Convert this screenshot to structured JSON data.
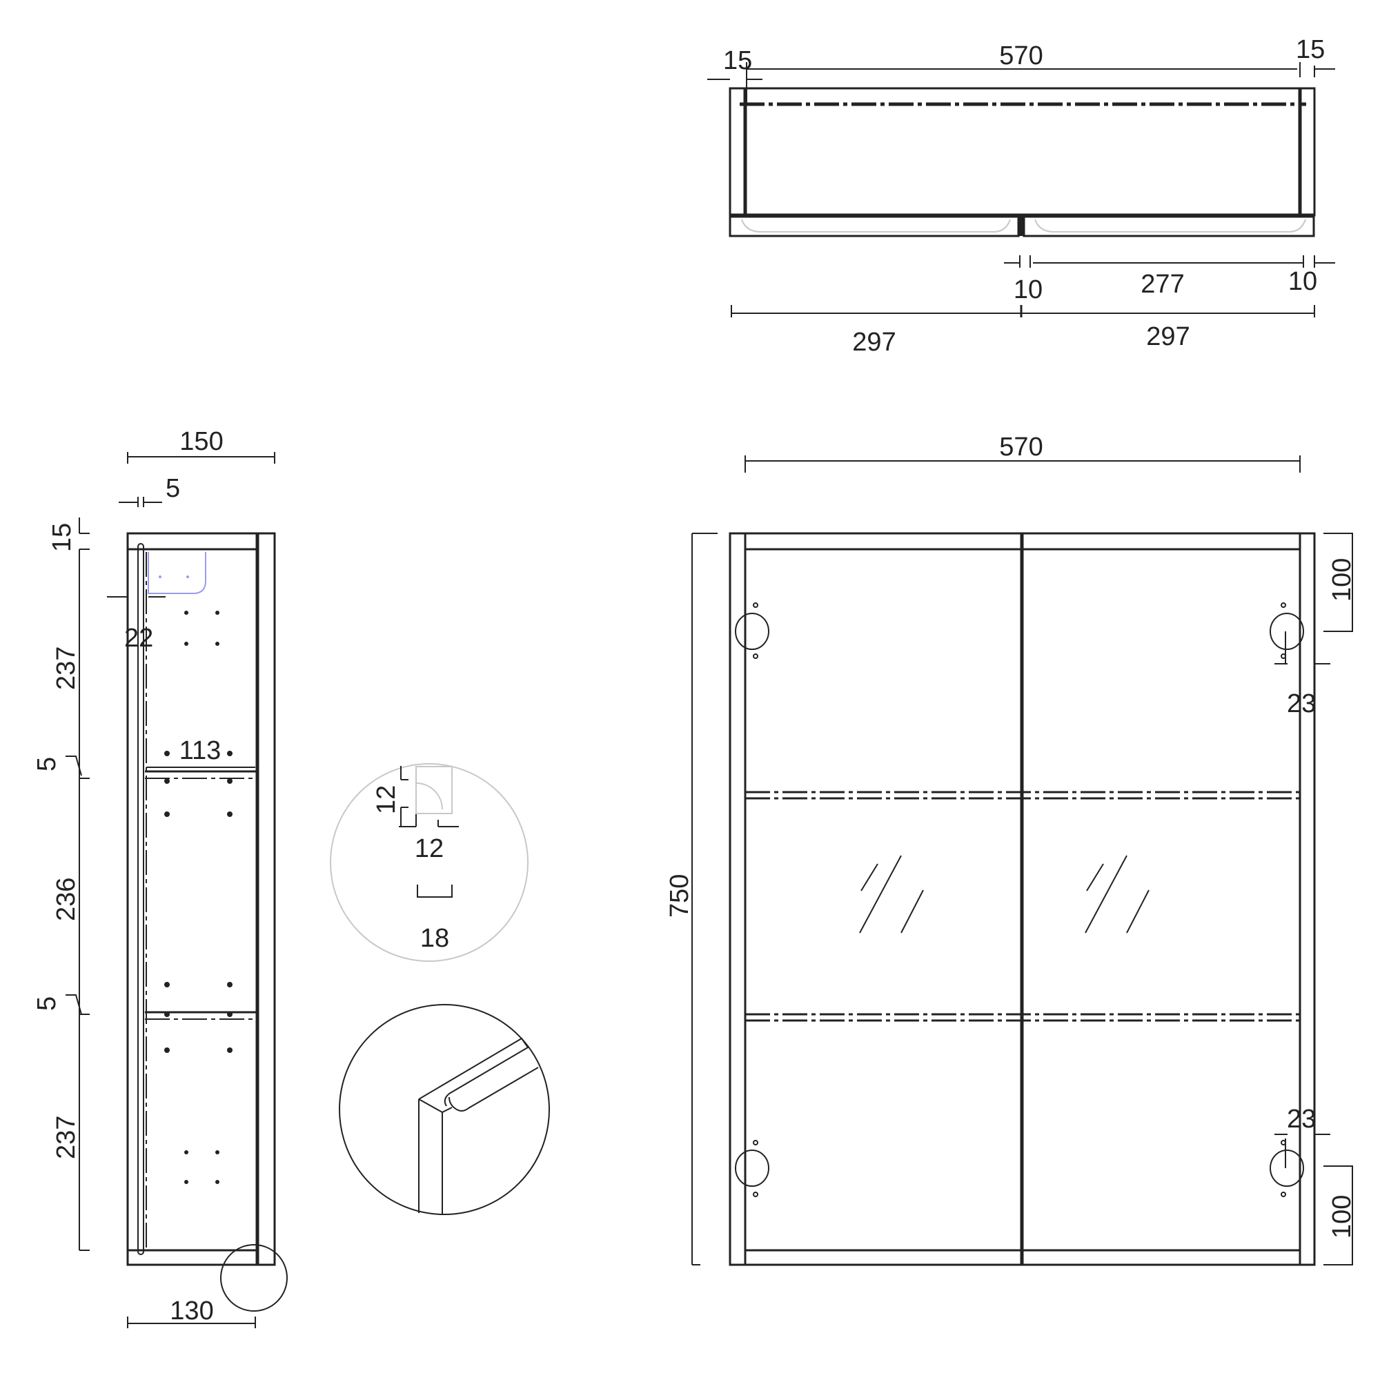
{
  "drawing": {
    "type": "technical drawing — mirror/glass-door wall cabinet",
    "views": [
      "top-view",
      "side-section",
      "front-elevation",
      "detail-groove",
      "detail-corner-3d"
    ]
  },
  "top_view": {
    "dims": {
      "overall_width": "570",
      "left_side_thickness": "15",
      "right_side_thickness": "15",
      "center_gap": "10",
      "door_inner": "277",
      "right_gap": "10",
      "left_door": "297",
      "right_door": "297"
    }
  },
  "side_view": {
    "dims": {
      "overall_depth": "150",
      "back_panel": "5",
      "top_thickness": "15",
      "upper_compartment": "237",
      "shelf_1": "5",
      "middle_compartment": "236",
      "shelf_2": "5",
      "lower_compartment": "237",
      "back_inset": "22",
      "shelf_depth": "113",
      "inner_depth": "130"
    }
  },
  "detail_groove": {
    "dims": {
      "groove_height": "12",
      "groove_width": "12",
      "panel_thickness": "18"
    }
  },
  "front_view": {
    "dims": {
      "overall_width": "570",
      "overall_height": "750",
      "hinge_top_offset": "100",
      "hinge_bottom_offset": "100",
      "hinge_edge_top": "23",
      "hinge_edge_bottom": "23"
    }
  }
}
